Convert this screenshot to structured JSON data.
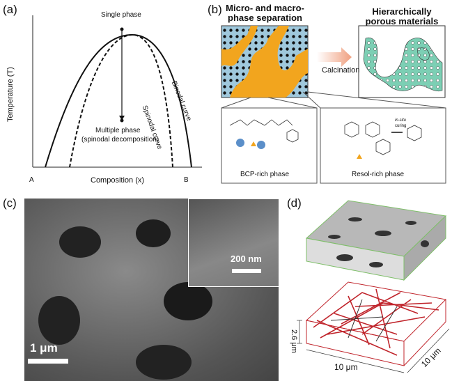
{
  "panels": {
    "a": {
      "label": "(a)",
      "ylabel": "Temperature (T)",
      "xlabel": "Composition (x)",
      "x_left": "A",
      "x_right": "B",
      "single_phase": "Single phase",
      "multiple_phase_line1": "Multiple phase",
      "multiple_phase_line2": "(spinodal decomposition)",
      "spinodal": "Spinodal curve",
      "binodal": "Binodal curve"
    },
    "b": {
      "label": "(b)",
      "left_title_line1": "Micro- and macro-",
      "left_title_line2": "phase separation",
      "right_title_line1": "Hierarchically",
      "right_title_line2": "porous materials",
      "arrow_label": "Calcination",
      "bcp_label": "BCP-rich phase",
      "resol_label": "Resol-rich phase",
      "in_situ": "in-situ",
      "curing": "curing",
      "colors": {
        "resol": "#f2a51e",
        "bcp": "#9fc8dc",
        "porous": "#7ccfb4"
      }
    },
    "c": {
      "label": "(c)",
      "scale_main": "1 μm",
      "scale_inset": "200 nm"
    },
    "d": {
      "label": "(d)",
      "height": "2.6 μm",
      "width": "10 μm",
      "depth": "10 μm",
      "colors": {
        "top_box": "#7fbf6a",
        "network": "#c0242b"
      }
    }
  }
}
